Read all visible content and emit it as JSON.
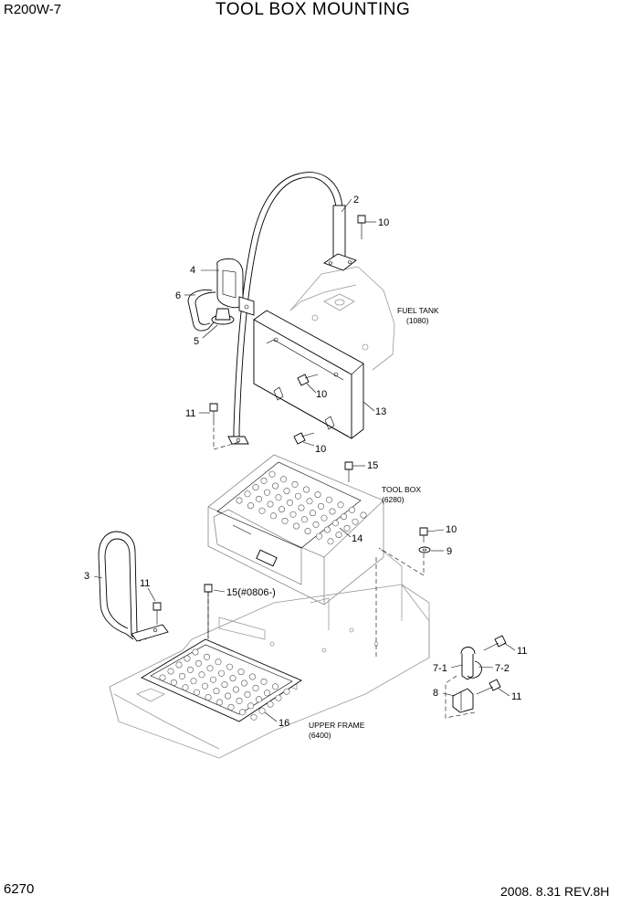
{
  "header": {
    "model": "R200W-7",
    "title": "TOOL BOX MOUNTING"
  },
  "footer": {
    "page_number": "6270",
    "revision": "2008.  8.31  REV.8H"
  },
  "callouts": {
    "c2": "2",
    "c10a": "10",
    "c4": "4",
    "c6": "6",
    "c5": "5",
    "c10b": "10",
    "c13": "13",
    "c11a": "11",
    "c10c": "10",
    "c15": "15",
    "c14": "14",
    "c10d": "10",
    "c9": "9",
    "c3": "3",
    "c11b": "11",
    "c15b": "15(#0806-)",
    "c11c": "11",
    "c7_1": "7-1",
    "c7_2": "7-2",
    "c8": "8",
    "c11d": "11",
    "c16": "16"
  },
  "references": {
    "fuel_tank_name": "FUEL TANK",
    "fuel_tank_no": "(1080)",
    "tool_box_name": "TOOL BOX",
    "tool_box_no": "(6280)",
    "upper_frame_name": "UPPER FRAME",
    "upper_frame_no": "(6400)"
  }
}
